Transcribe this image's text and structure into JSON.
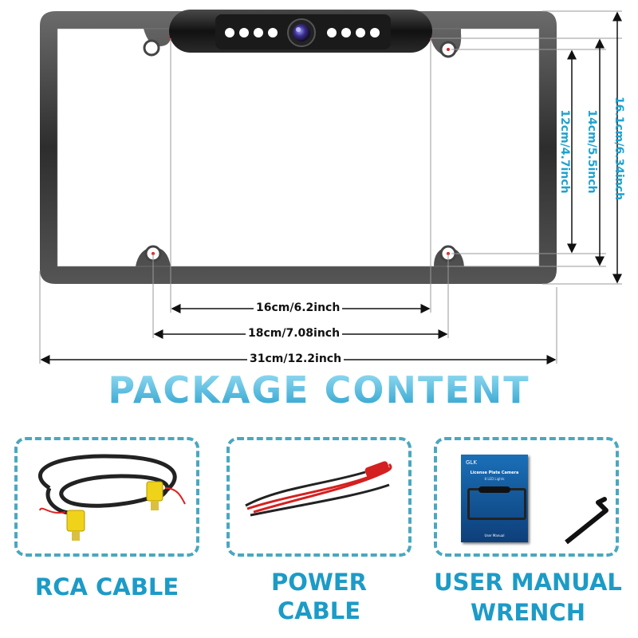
{
  "dimensions": {
    "inner_width": "16cm/6.2inch",
    "hole_width": "18cm/7.08inch",
    "total_width": "31cm/12.2inch",
    "inner_height": "12cm/4.7inch",
    "hole_height": "14cm/5.5inch",
    "total_height": "16.1cm/6.34inch"
  },
  "section_title": "PACKAGE CONTENT",
  "package_items": [
    {
      "label": "RCA CABLE"
    },
    {
      "label_line1": "POWER",
      "label_line2": "CABLE"
    },
    {
      "label_line1": "USER MANUAL",
      "label_line2": "WRENCH"
    }
  ],
  "manual": {
    "brand": "GLK",
    "title": "License Plate Camera",
    "subtitle": "8 LED Lights",
    "footer": "User Manual"
  },
  "colors": {
    "accent": "#1c9bc7",
    "dash": "#4aa7bf",
    "frame": "#3a3a3a",
    "dim_line": "#1fa3cf"
  }
}
